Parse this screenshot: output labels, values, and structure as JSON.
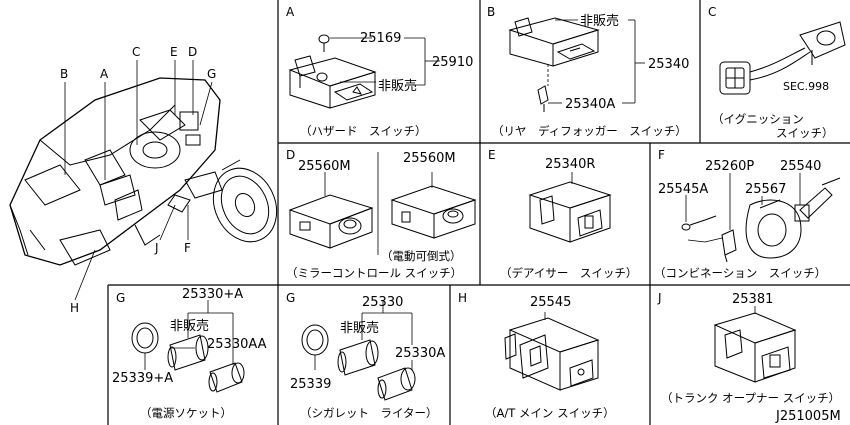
{
  "overview": {
    "callouts": [
      "A",
      "B",
      "C",
      "D",
      "E",
      "F",
      "G",
      "H",
      "J"
    ]
  },
  "panels": {
    "A": {
      "letter": "A",
      "parts": [
        "25169",
        "25910",
        "非販売"
      ],
      "caption": "（ハザード　スイッチ）"
    },
    "B": {
      "letter": "B",
      "parts": [
        "非販売",
        "25340",
        "25340A"
      ],
      "caption": "（リヤ　ディフォッガー　スイッチ）"
    },
    "C": {
      "letter": "C",
      "parts": [
        "SEC.998"
      ],
      "caption_1": "（イグニッション",
      "caption_2": "スイッチ）"
    },
    "D": {
      "letter": "D",
      "parts": [
        "25560M",
        "25560M"
      ],
      "sub": "（電動可倒式）",
      "caption": "（ミラーコントロール スイッチ）"
    },
    "E": {
      "letter": "E",
      "parts": [
        "25340R"
      ],
      "caption": "（デアイサー　スイッチ）"
    },
    "F": {
      "letter": "F",
      "parts": [
        "25260P",
        "25540",
        "25545A",
        "25567"
      ],
      "caption": "（コンビネーション　スイッチ）"
    },
    "G1": {
      "letter": "G",
      "parts": [
        "25330+A",
        "非販売",
        "25330AA",
        "25339+A"
      ],
      "caption": "（電源ソケット）"
    },
    "G2": {
      "letter": "G",
      "parts": [
        "25330",
        "非販売",
        "25330A",
        "25339"
      ],
      "caption": "（シガレット　ライター）"
    },
    "H": {
      "letter": "H",
      "parts": [
        "25545"
      ],
      "caption": "（A/T メイン スイッチ）"
    },
    "J": {
      "letter": "J",
      "parts": [
        "25381"
      ],
      "caption": "（トランク オープナー スイッチ）"
    }
  },
  "footer_code": "J251005M"
}
